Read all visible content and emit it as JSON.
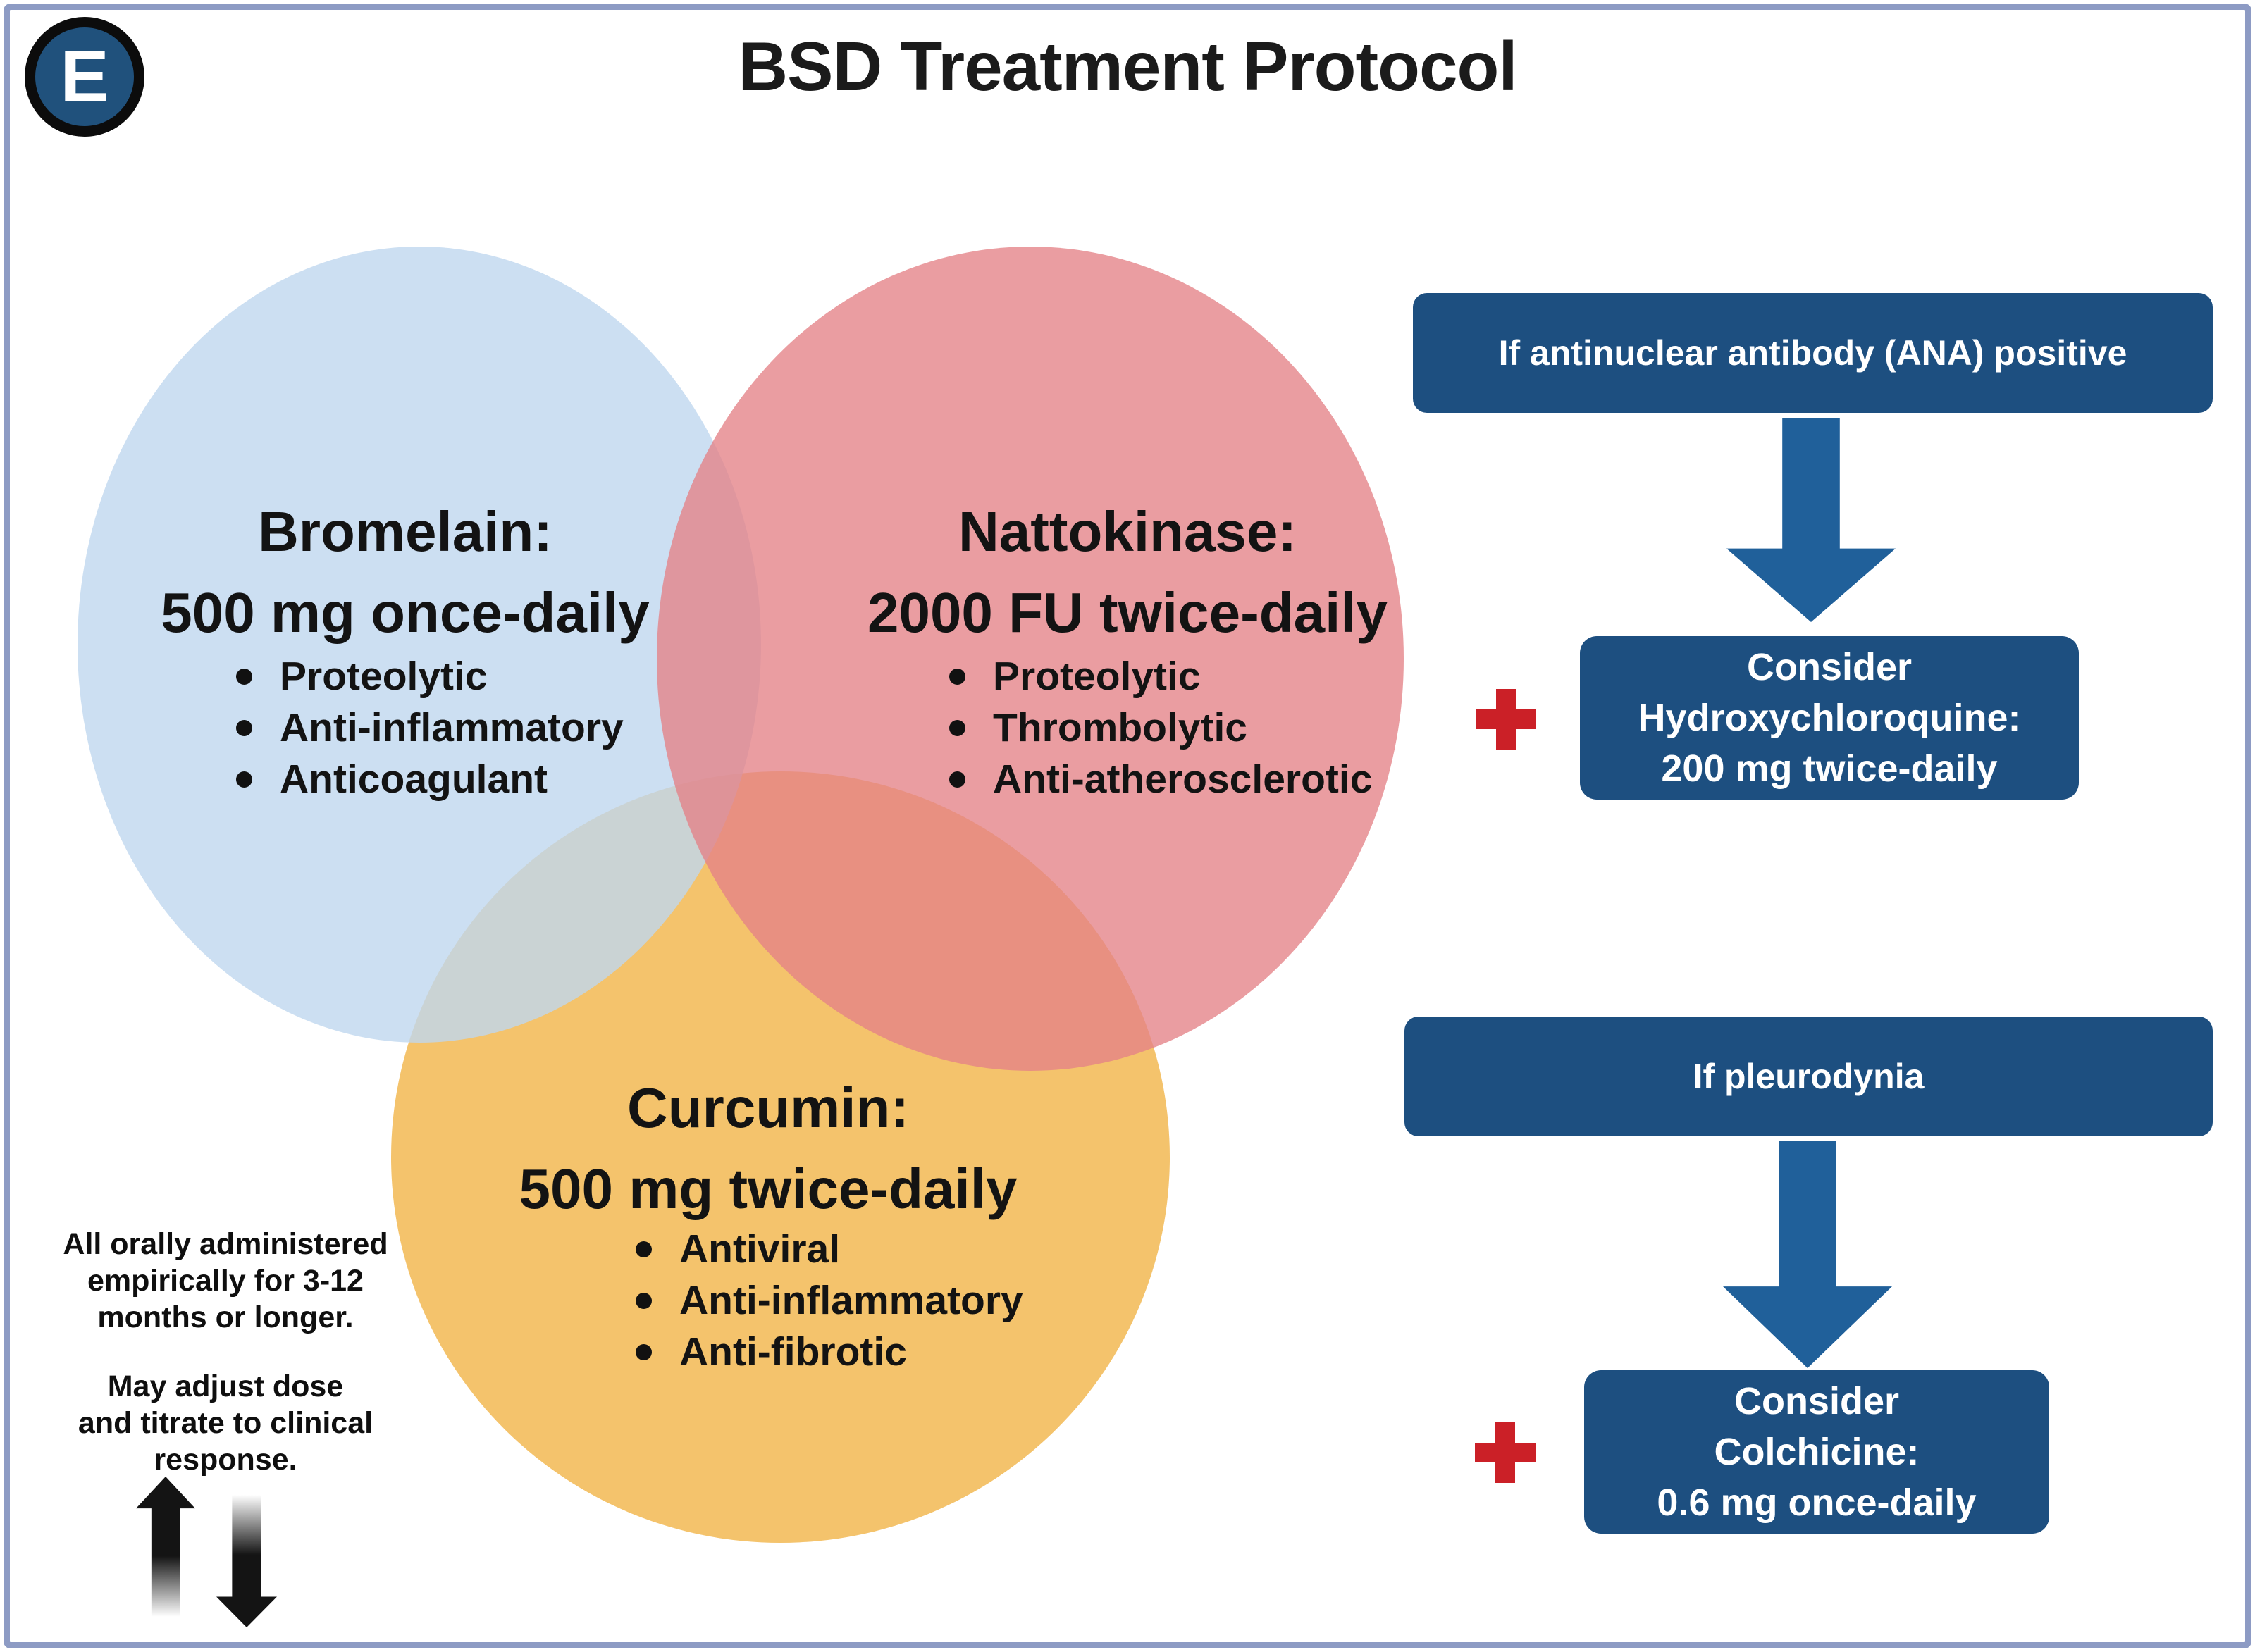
{
  "figure": {
    "panel_label": "E",
    "title": "BSD Treatment Protocol"
  },
  "venn": {
    "circles": [
      {
        "id": "bromelain",
        "heading": "Bromelain:\n500 mg once-daily",
        "bullets": [
          "Proteolytic",
          "Anti-inflammatory",
          "Anticoagulant"
        ],
        "fill_color": "#cfe1f3"
      },
      {
        "id": "nattokinase",
        "heading": "Nattokinase:\n2000 FU twice-daily",
        "bullets": [
          "Proteolytic",
          "Thrombolytic",
          "Anti-atherosclerotic"
        ],
        "fill_color": "#eca1a5"
      },
      {
        "id": "curcumin",
        "heading": "Curcumin:\n500 mg twice-daily",
        "bullets": [
          "Antiviral",
          "Anti-inflammatory",
          "Anti-fibrotic"
        ],
        "fill_color": "#f4c36c"
      }
    ]
  },
  "notes": {
    "administration": "All orally administered\nempirically for 3-12\nmonths or longer.",
    "titration": "May adjust dose\nand titrate to clinical\nresponse."
  },
  "flows": [
    {
      "condition": "If antinuclear antibody (ANA) positive",
      "plus": "+",
      "drug": "Consider\nHydroxychloroquine:\n200 mg twice-daily"
    },
    {
      "condition": "If pleurodynia",
      "plus": "+",
      "drug": "Consider\nColchicine:\n0.6 mg once-daily"
    }
  ],
  "colors": {
    "box_blue": "#1d4f80",
    "arrow_blue": "#20609a",
    "plus_red": "#cb2027",
    "frame_border": "#8d9bc4",
    "badge_blue": "#20517c"
  }
}
